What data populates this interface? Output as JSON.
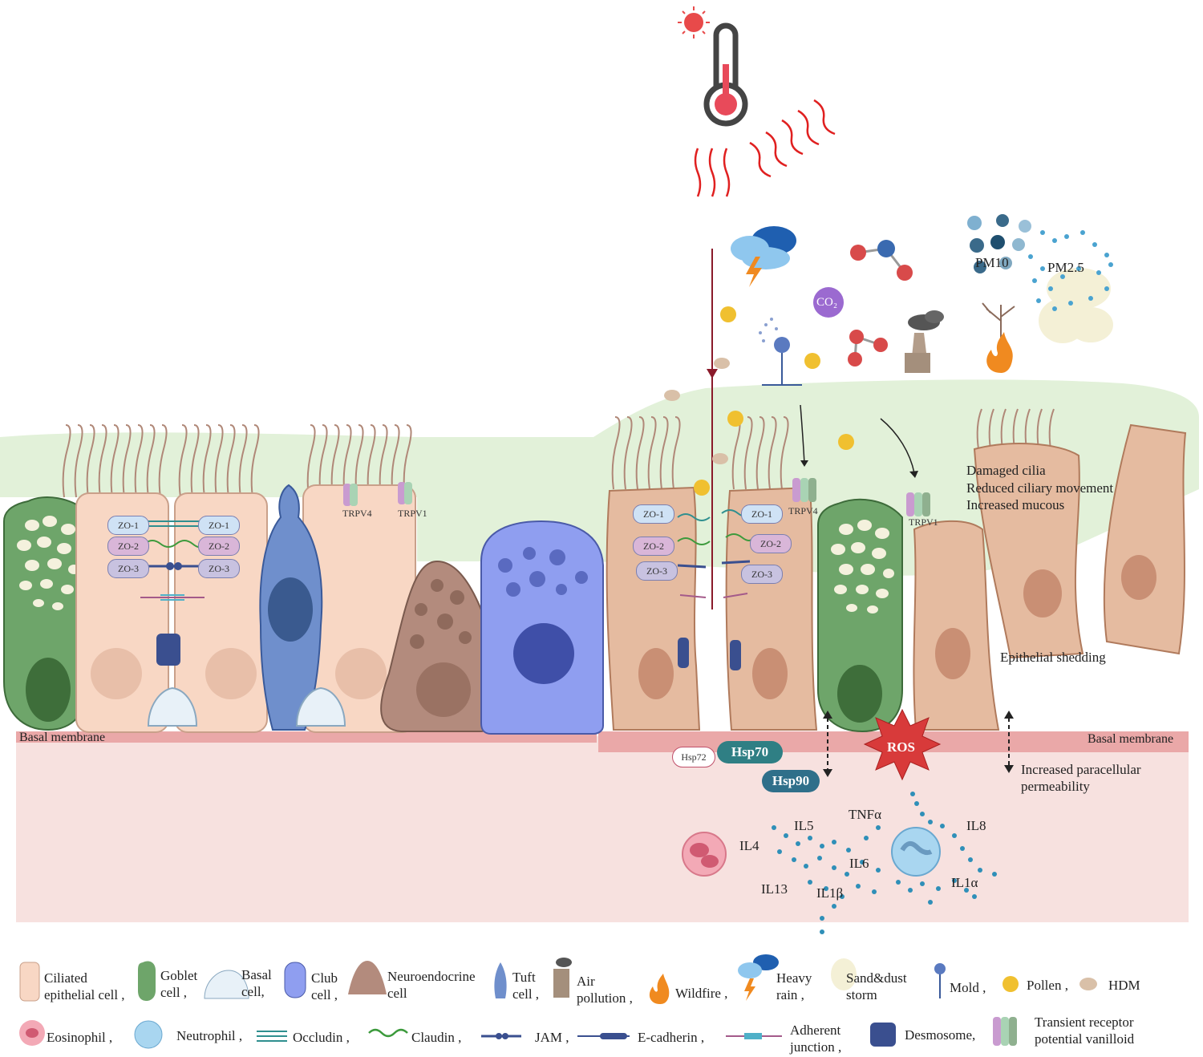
{
  "colors": {
    "mucus": "#e2f1d9",
    "submucosa": "#f7e1df",
    "basal_band": "#eaa8a8",
    "ciliated_healthy": "#f8d7c4",
    "ciliated_damaged": "#e5bba0",
    "goblet": "#6ea56a",
    "club": "#8f9ef0",
    "tuft": "#6f8fcc",
    "neuroendocrine": "#b38b7d",
    "heat_arrow": "#e02020",
    "ros": "#d83a3a",
    "hsp": "#2f7f84"
  },
  "exposures": {
    "pm10": "PM10",
    "pm25": "PM2.5",
    "co2": "CO₂"
  },
  "labels": {
    "basal_membrane_left": "Basal membrane",
    "basal_membrane_right": "Basal membrane",
    "trpv4_left": "TRPV4",
    "trpv1_left": "TRPV1",
    "trpv4_right": "TRPV4",
    "trpv1_right": "TRPV1",
    "damage_line1": "Damaged cilia",
    "damage_line2": "Reduced ciliary movement",
    "damage_line3": "Increased mucous",
    "epithelial_shedding": "Epithelial shedding",
    "permeability_line1": "Increased paracellular",
    "permeability_line2": "permeability",
    "ros": "ROS",
    "hsp72": "Hsp72",
    "hsp70": "Hsp70",
    "hsp90": "Hsp90"
  },
  "tight_junctions": {
    "left": [
      "ZO-1",
      "ZO-2",
      "ZO-3"
    ],
    "right": [
      "ZO-1",
      "ZO-2",
      "ZO-3"
    ]
  },
  "cytokines": {
    "il4": "IL4",
    "il5": "IL5",
    "tnfa": "TNFα",
    "il8": "IL8",
    "il6": "IL6",
    "il13": "IL13",
    "il1b": "IL1β",
    "il1a": "IL1α"
  },
  "legend": {
    "ciliated": "Ciliated epithelial cell ,",
    "goblet": "Goblet cell ,",
    "basal": "Basal cell,",
    "club": "Club cell ,",
    "neuroendocrine": "Neuroendocrine cell",
    "tuft": "Tuft cell ,",
    "air_pollution": "Air pollution ,",
    "wildfire": "Wildfire ,",
    "heavy_rain": "Heavy rain ,",
    "sand_dust": "Sand&dust storm",
    "mold": "Mold ,",
    "pollen": "Pollen ,",
    "hdm": "HDM",
    "eosinophil": "Eosinophil ,",
    "neutrophil": "Neutrophil ,",
    "occludin": "Occludin ,",
    "claudin": "Claudin ,",
    "jam": "JAM ,",
    "ecadherin": "E-cadherin ,",
    "adherent": "Adherent junction ,",
    "desmosome": "Desmosome,",
    "trpv": "Transient receptor potential vanilloid"
  }
}
